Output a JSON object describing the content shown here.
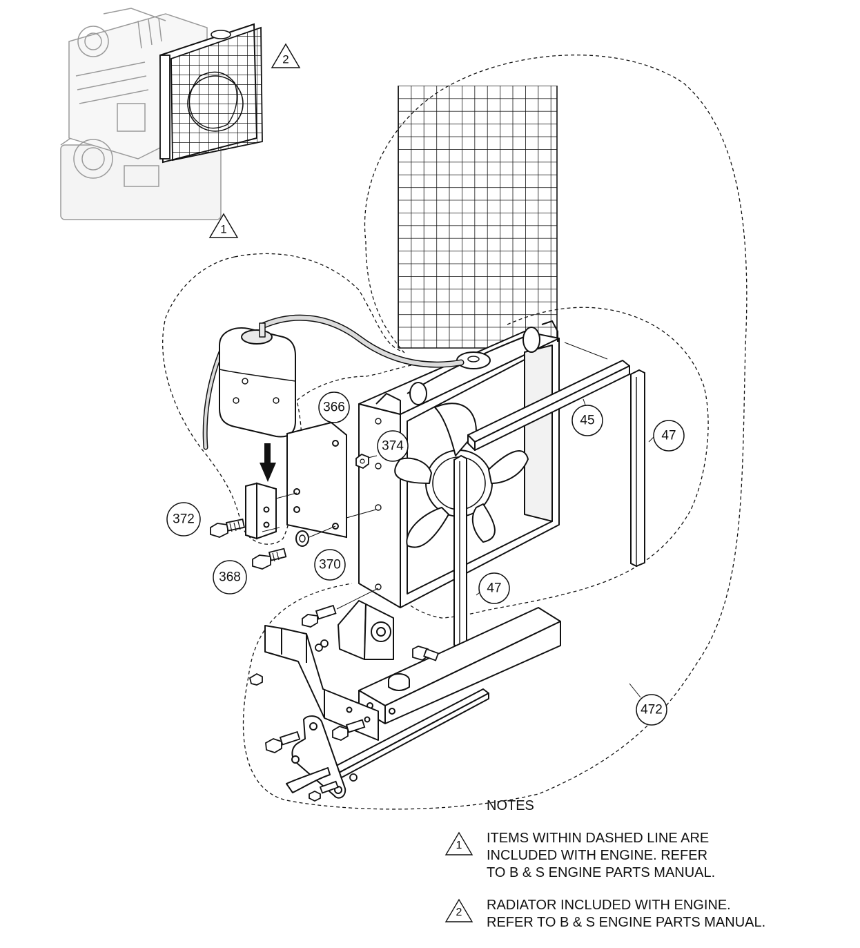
{
  "callouts": {
    "c366": "366",
    "c374": "374",
    "c372": "372",
    "c368": "368",
    "c370": "370",
    "c45": "45",
    "c47_right": "47",
    "c47_lower": "47",
    "c472": "472",
    "tri1": "1",
    "tri2": "2"
  },
  "notes": {
    "title": "NOTES",
    "n1_marker": "1",
    "n1_lines": [
      "ITEMS WITHIN DASHED LINE ARE",
      "INCLUDED WITH ENGINE. REFER",
      "TO B & S ENGINE PARTS MANUAL."
    ],
    "n2_marker": "2",
    "n2_lines": [
      "RADIATOR INCLUDED WITH ENGINE.",
      "REFER TO B & S ENGINE PARTS MANUAL."
    ]
  }
}
